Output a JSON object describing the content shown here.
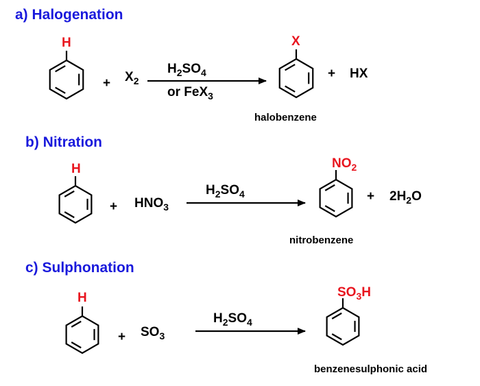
{
  "sections": [
    {
      "title": "a) Halogenation",
      "reactant_sub": "H",
      "plus1": "+",
      "reagent": {
        "main": "X",
        "sub": "2"
      },
      "catalyst1": {
        "a": "H",
        "a_sub": "2",
        "b": "SO",
        "b_sub": "4"
      },
      "catalyst2": {
        "a": "or FeX",
        "a_sub": "3"
      },
      "product_sub": "X",
      "plus2": "+",
      "byproduct": "HX",
      "product_name": "halobenzene"
    },
    {
      "title": "b) Nitration",
      "reactant_sub": "H",
      "plus1": "+",
      "reagent": {
        "a": "HNO",
        "a_sub": "3"
      },
      "catalyst1": {
        "a": "H",
        "a_sub": "2",
        "b": "SO",
        "b_sub": "4"
      },
      "product_sub": {
        "a": "NO",
        "a_sub": "2"
      },
      "plus2": "+",
      "byproduct": {
        "a": "2H",
        "a_sub": "2",
        "b": "O"
      },
      "product_name": "nitrobenzene"
    },
    {
      "title": "c) Sulphonation",
      "reactant_sub": "H",
      "plus1": "+",
      "reagent": {
        "a": "SO",
        "a_sub": "3"
      },
      "catalyst1": {
        "a": "H",
        "a_sub": "2",
        "b": "SO",
        "b_sub": "4"
      },
      "product_sub": {
        "a": "SO",
        "a_sub": "3",
        "b": "H"
      },
      "product_name": "benzenesulphonic acid"
    }
  ],
  "colors": {
    "title": "#1a1adc",
    "substituent": "#e8141e"
  }
}
